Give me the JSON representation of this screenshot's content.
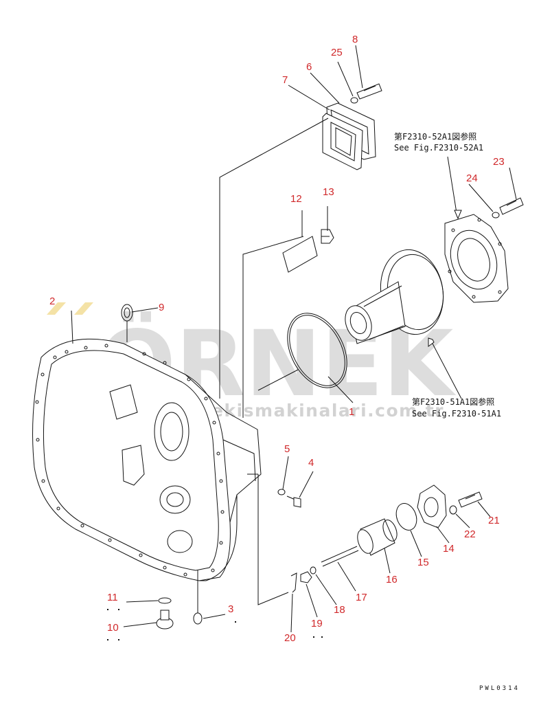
{
  "watermark": {
    "brand": "ÖRNEK",
    "url": "www.ornekismakinalari.com.tr"
  },
  "callouts": [
    {
      "id": "c1",
      "label": "1"
    },
    {
      "id": "c2",
      "label": "2"
    },
    {
      "id": "c3",
      "label": "3"
    },
    {
      "id": "c4",
      "label": "4"
    },
    {
      "id": "c5",
      "label": "5"
    },
    {
      "id": "c6",
      "label": "6"
    },
    {
      "id": "c7",
      "label": "7"
    },
    {
      "id": "c8",
      "label": "8"
    },
    {
      "id": "c9",
      "label": "9"
    },
    {
      "id": "c10",
      "label": "10"
    },
    {
      "id": "c11",
      "label": "11"
    },
    {
      "id": "c12",
      "label": "12"
    },
    {
      "id": "c13",
      "label": "13"
    },
    {
      "id": "c14",
      "label": "14"
    },
    {
      "id": "c15",
      "label": "15"
    },
    {
      "id": "c16",
      "label": "16"
    },
    {
      "id": "c17",
      "label": "17"
    },
    {
      "id": "c18",
      "label": "18"
    },
    {
      "id": "c19",
      "label": "19"
    },
    {
      "id": "c20",
      "label": "20"
    },
    {
      "id": "c21",
      "label": "21"
    },
    {
      "id": "c22",
      "label": "22"
    },
    {
      "id": "c23",
      "label": "23"
    },
    {
      "id": "c24",
      "label": "24"
    },
    {
      "id": "c25",
      "label": "25"
    }
  ],
  "references": {
    "ref_52": {
      "jp": "第F2310-52A1図参照",
      "en": "See Fig.F2310-52A1"
    },
    "ref_51": {
      "jp": "第F2310-51A1図参照",
      "en": "See Fig.F2310-51A1"
    }
  },
  "drawing_code": "PWL0314",
  "colors": {
    "callout": "#d0282a",
    "line": "#111111",
    "watermark_grey": "#d2d2d2",
    "watermark_gold": "#f4e2a6"
  }
}
